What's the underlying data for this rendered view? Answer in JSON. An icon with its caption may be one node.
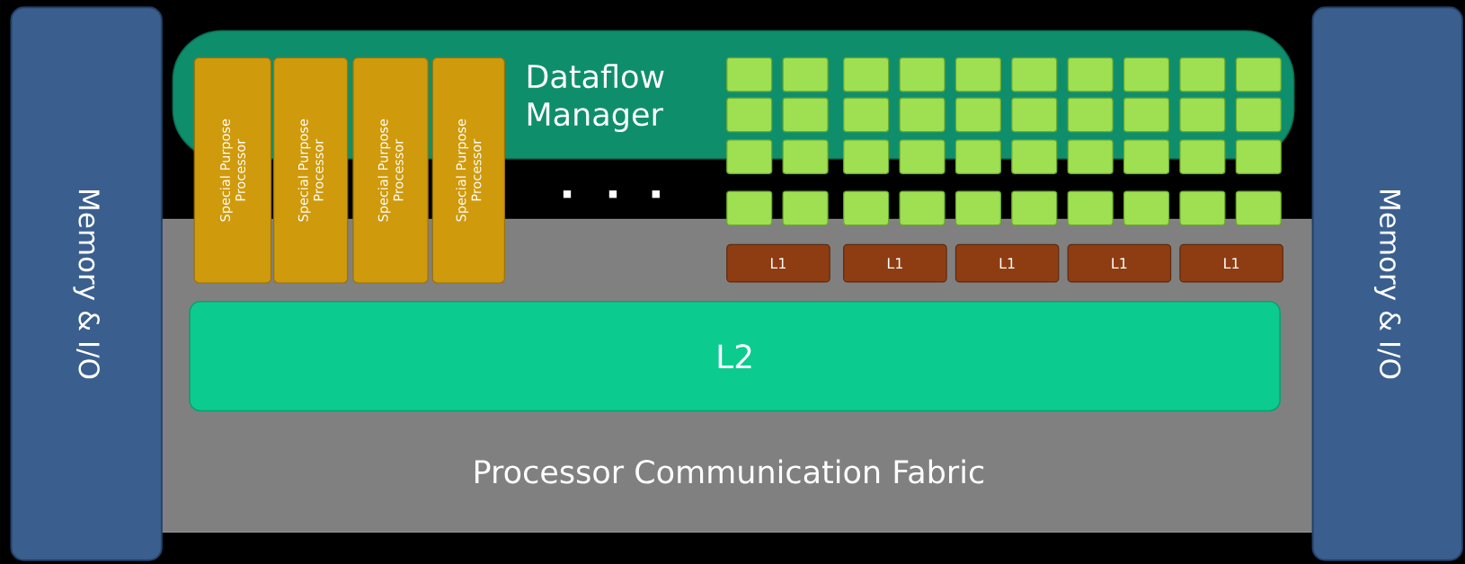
{
  "diagram": {
    "nodes": [
      {
        "text": [
          "Memory & I/O"
        ]
      },
      {
        "text": [
          "Dataflow Manager"
        ]
      },
      {
        "text": [
          "Special Purpose Processor"
        ]
      },
      {
        "text": [
          "Special Purpose Processor"
        ]
      },
      {
        "text": [
          "Special Purpose Processor"
        ]
      },
      {
        "text": [
          "Special Purpose Processor"
        ]
      },
      {
        "text": [],
        "shape": "box",
        "in": 1
      },
      {
        "text": [],
        "shape": "box",
        "in": 1
      },
      {
        "text": [],
        "shape": "box",
        "in": 1
      },
      {
        "text": [],
        "shape": "box",
        "in": 1
      },
      {
        "text": [],
        "shape": "box",
        "in": 1
      },
      {
        "text": [],
        "shape": "box",
        "in": 1
      },
      {
        "text": [],
        "shape": "box",
        "in": 1
      },
      {
        "text": [],
        "shape": "box",
        "in": 1
      },
      {
        "text": [],
        "shape": "box",
        "in": 1
      },
      {
        "text": [],
        "shape": "box",
        "in": 1
      },
      {
        "text": [],
        "shape": "box",
        "in": 1
      },
      {
        "text": [],
        "shape": "box",
        "in": 1
      },
      {
        "text": [],
        "shape": "box",
        "in": 1
      },
      {
        "text": [],
        "shape": "box",
        "in": 1
      },
      {
        "text": [],
        "shape": "box",
        "in": 1
      },
      {
        "text": [],
        "shape": "box",
        "in": 1
      },
      {
        "text": [],
        "shape": "box",
        "in": 1
      },
      {
        "text": [],
        "shape": "box",
        "in": 1
      },
      {
        "text": [],
        "shape": "box",
        "in": 1
      },
      {
        "text": [],
        "shape": "box",
        "in": 1
      },
      {
        "text": [],
        "shape": "box"
      },
      {
        "text": [],
        "shape": "box"
      },
      {
        "text": [],
        "shape": "box"
      },
      {
        "text": [],
        "shape": "box"
      },
      {
        "text": [],
        "shape": "box"
      },
      {
        "text": [],
        "shape": "box"
      },
      {
        "text": [],
        "shape": "box"
      },
      {
        "text": [],
        "shape": "box"
      },
      {
        "text": [],
        "shape": "box"
      },
      {
        "text": [],
        "shape": "box"
      },
      {
        "text": [],
        "shape": "box"
      },
      {
        "text": [],
        "shape": "box"
      },
      {
        "text": [],
        "shape": "box"
      },
      {
        "text": [],
        "shape": "box"
      },
      {
        "text": [],
        "shape": "box"
      },
      {
        "text": [],
        "shape": "box"
      },
      {
        "text": [],
        "shape": "box"
      },
      {
        "text": [],
        "shape": "box"
      },
      {
        "text": [],
        "shape": "box"
      },
      {
        "text": [],
        "shape": "box"
      },
      {
        "text": [
          "Processor Communication Fabric"
        ]
      },
      {
        "text": [
          "L1"
        ],
        "in": 46
      },
      {
        "text": [
          "L1"
        ],
        "in": 46
      },
      {
        "text": [
          "L1"
        ],
        "in": 46
      },
      {
        "text": [
          "L1"
        ],
        "in": 46
      },
      {
        "text": [
          "L1"
        ],
        "in": 46
      },
      {
        "text": [
          "L2"
        ],
        "in": 46
      },
      {
        "text": [
          "Memory & I/O"
        ]
      }
    ]
  }
}
